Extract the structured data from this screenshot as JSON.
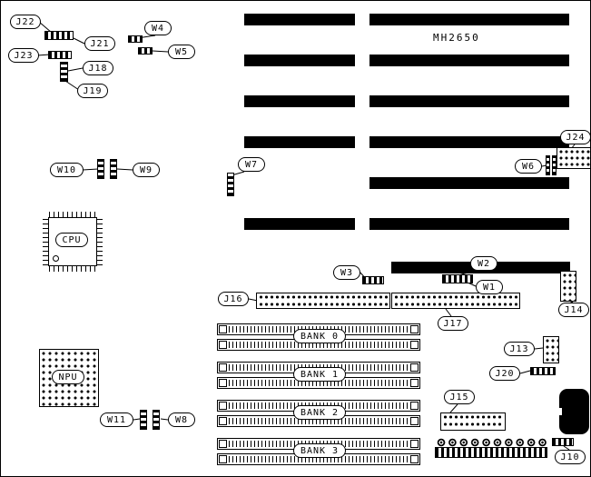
{
  "board": {
    "title": "MH2650"
  },
  "labels": {
    "j10": "J10",
    "j13": "J13",
    "j14": "J14",
    "j15": "J15",
    "j16": "J16",
    "j17": "J17",
    "j18": "J18",
    "j19": "J19",
    "j20": "J20",
    "j21": "J21",
    "j22": "J22",
    "j23": "J23",
    "j24": "J24",
    "w1": "W1",
    "w2": "W2",
    "w3": "W3",
    "w4": "W4",
    "w5": "W5",
    "w6": "W6",
    "w7": "W7",
    "w8": "W8",
    "w9": "W9",
    "w10": "W10",
    "w11": "W11"
  },
  "chips": {
    "cpu": "CPU",
    "npu": "NPU"
  },
  "banks": [
    {
      "label": "BANK 0"
    },
    {
      "label": "BANK 1"
    },
    {
      "label": "BANK 2"
    },
    {
      "label": "BANK 3"
    }
  ]
}
